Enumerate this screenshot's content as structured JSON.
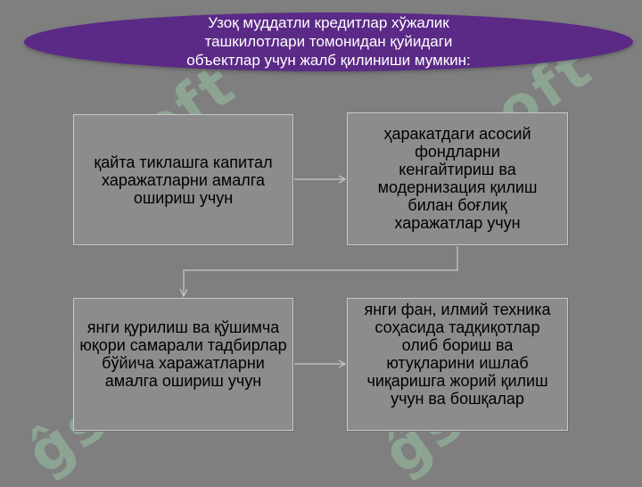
{
  "title": "Узоқ муддатли кредитлар хўжалик ташкилотлари томонидан қуйидаги объектлар учун жалб қилиниши мумкин:",
  "boxes": [
    {
      "id": "restoration-costs",
      "text": "қайта тиклашга капитал харажатларни амалга ошириш учун"
    },
    {
      "id": "fixed-assets-expansion",
      "text": "ҳаракатдаги асосий фондларни кенгайтириш ва модернизация қилиш билан боғлиқ харажатлар учун"
    },
    {
      "id": "new-construction",
      "text": "янги қурилиш ва қўшимча юқори самарали тадбирлар бўйича харажатларни амалга ошириш учун"
    },
    {
      "id": "science-technology",
      "text": "янги фан, илмий техника соҳасида тадқиқотлар олиб бориш ва ютуқларини ишлаб чиқаришга жорий қилиш учун ва бошқалар"
    }
  ],
  "colors": {
    "background": "#7f7f7f",
    "title_fill": "#5b2a86",
    "box_fill": "#8c8c8c",
    "box_border": "#c8c8c8",
    "connector": "#c8c8c8",
    "watermark": "#aaebb9"
  }
}
